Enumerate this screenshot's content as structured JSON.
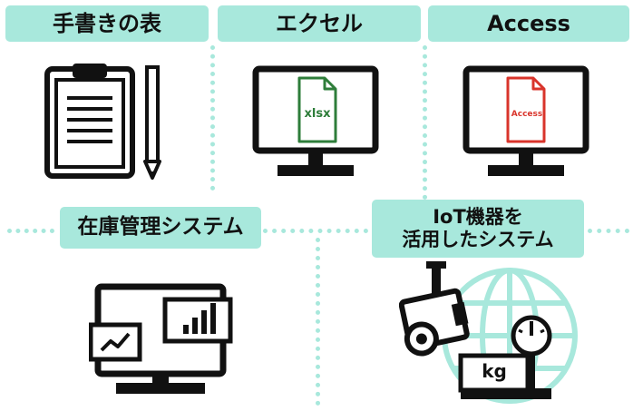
{
  "labels": {
    "handwritten": "手書きの表",
    "excel": "エクセル",
    "access": "Access",
    "inventory": "在庫管理システム",
    "iot_line1": "IoT機器を",
    "iot_line2": "活用したシステム"
  },
  "file_icons": {
    "excel_text": "xlsx",
    "access_text": "Access"
  },
  "scale_text": "kg",
  "icons": {
    "handwritten": "clipboard-pencil-icon",
    "excel": "monitor-xlsx-file-icon",
    "access": "monitor-access-file-icon",
    "inventory": "monitor-charts-icon",
    "iot": "camera-globe-scale-icon"
  },
  "colors": {
    "label_bg": "#a8e8dc",
    "dots": "#a8e8dc",
    "excel_green": "#2e7d3a",
    "access_red": "#d9342b",
    "globe": "#a8e8dc"
  }
}
